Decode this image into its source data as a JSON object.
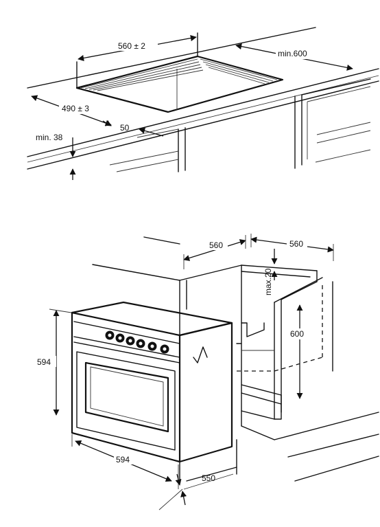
{
  "hob_cutout": {
    "width_label": "560 ± 2",
    "depth_label": "490 ± 3",
    "rear_clearance_label": "min.600",
    "front_margin_label": "50",
    "worktop_thickness_label": "min. 38"
  },
  "oven_installation": {
    "niche_depth_label": "560",
    "niche_width_label": "560",
    "max_gap_label": "max.20",
    "niche_height_label": "600",
    "oven_height_label": "594",
    "oven_width_label": "594",
    "oven_depth_label": "550"
  }
}
